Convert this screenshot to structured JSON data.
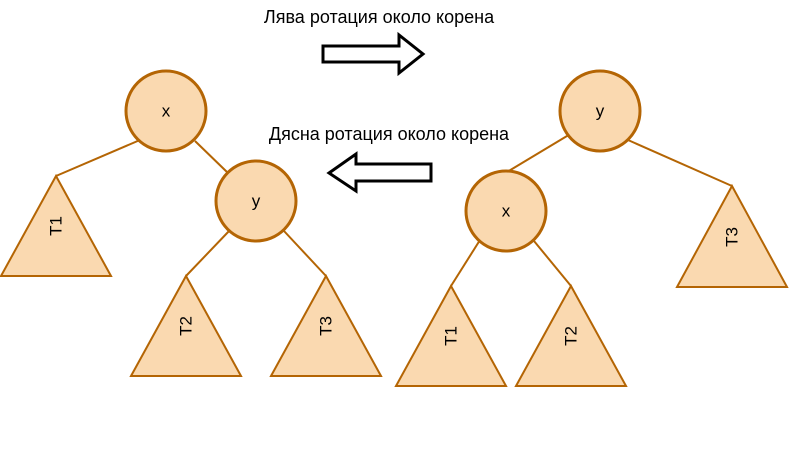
{
  "captions": {
    "left_rotation": "Лява ротация около корена",
    "right_rotation": "Дясна ротация около корена"
  },
  "left_tree": {
    "root": "x",
    "child": "y",
    "subtrees": [
      "T1",
      "T2",
      "T3"
    ]
  },
  "right_tree": {
    "root": "y",
    "child": "x",
    "subtrees": [
      "T1",
      "T2",
      "T3"
    ]
  },
  "colors": {
    "node_fill": "#fad9b0",
    "node_stroke": "#b46504",
    "text": "#000000",
    "arrow_stroke": "#000000",
    "background": "#ffffff"
  }
}
